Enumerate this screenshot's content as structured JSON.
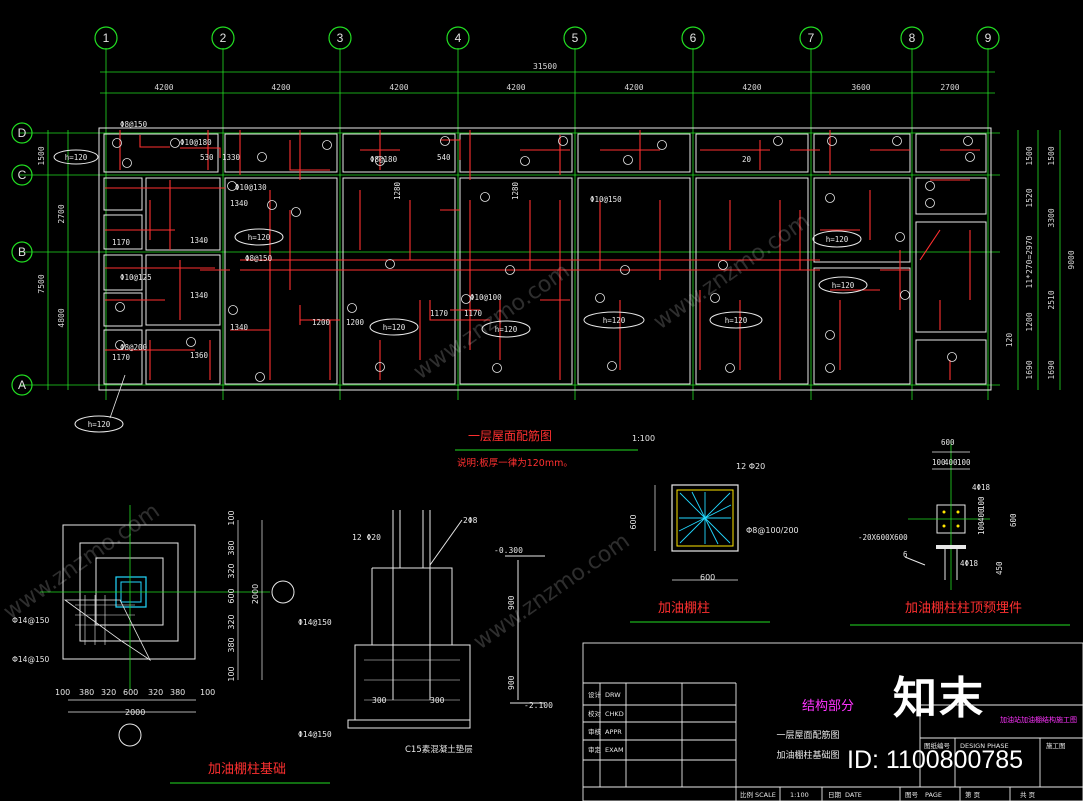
{
  "grid": {
    "columns": [
      "1",
      "2",
      "3",
      "4",
      "5",
      "6",
      "7",
      "8",
      "9"
    ],
    "rows": [
      "D",
      "C",
      "B",
      "A"
    ],
    "total_dim": "31500",
    "bay_dims": [
      "4200",
      "4200",
      "4200",
      "4200",
      "4200",
      "4200",
      "3600",
      "2700"
    ],
    "left_dims": [
      "1500",
      "2700",
      "7500",
      "4800"
    ],
    "right_dims_inner": [
      "1500",
      "1520",
      "3300",
      "11*270=2970",
      "2510",
      "1200",
      "120",
      "1690"
    ],
    "right_dims_mid": [
      "1500",
      "1690"
    ],
    "right_total": "9000"
  },
  "plan": {
    "title": "一层屋面配筋图",
    "scale": "1:100",
    "note": "说明:板厚一律为120mm。",
    "thickness_tags": [
      "h=120",
      "h=120",
      "h=120",
      "h=120",
      "h=120",
      "h=120",
      "h=120",
      "h=120",
      "h=120"
    ],
    "rebar_labels": [
      "Φ8@150",
      "Φ10@180",
      "Φ10@130",
      "Φ8@200",
      "Φ10@125",
      "Φ8@150",
      "Φ10@150",
      "Φ10@100",
      "Φ8@180"
    ],
    "bar_dims": [
      "1170",
      "1340",
      "1340",
      "1340",
      "1340",
      "1170",
      "1200",
      "1200",
      "1170",
      "1170",
      "1360",
      "530",
      "1330",
      "540",
      "1280",
      "1280",
      "20"
    ]
  },
  "foundation": {
    "title": "加油棚柱基础",
    "bottom_dims": [
      "380",
      "320",
      "600",
      "320",
      "380"
    ],
    "bottom_total": "2000",
    "side_dims": [
      "100",
      "380",
      "320",
      "600",
      "320",
      "380",
      "100"
    ],
    "side_total": "2000",
    "edge_dims": [
      "100",
      "100"
    ],
    "labels": [
      "Φ14@150",
      "Φ14@150"
    ]
  },
  "section": {
    "labels": [
      "12 Φ20",
      "2Φ8",
      "Φ14@150",
      "Φ14@150"
    ],
    "levels": [
      "-0.300",
      "-2.100"
    ],
    "dims": [
      "900",
      "900",
      "300",
      "300"
    ],
    "base_note": "C15素混凝土垫层"
  },
  "column": {
    "title": "加油棚柱",
    "rebar": "12 Φ20",
    "stirrup": "Φ8@100/200",
    "dims": [
      "600",
      "600"
    ]
  },
  "embed": {
    "title": "加油棚柱柱顶预埋件",
    "plate": "-20X600X600",
    "labels": [
      "4Φ18",
      "4Φ18",
      "6"
    ],
    "dims": [
      "600",
      "100",
      "400",
      "100",
      "100",
      "400",
      "100",
      "600",
      "450"
    ]
  },
  "title_block": {
    "section_name": "结构部分",
    "drawing_names": [
      "一层屋面配筋图",
      "加油棚柱基础图"
    ],
    "roles": [
      "设计",
      "校对",
      "审核",
      "审定"
    ],
    "role_codes": [
      "DRW",
      "CHKD",
      "APPR",
      "EXAM"
    ],
    "footer_cells": [
      "比例",
      "SCALE",
      "1:100",
      "日期",
      "DATE",
      "图号",
      "PAGE",
      "第 页",
      "共 页"
    ],
    "right_cells": [
      "图纸编号",
      "DESIGN PHASE",
      "施工图"
    ],
    "magenta_note": "加油站加油棚结构施工图"
  },
  "watermarks": {
    "brand": "知末",
    "site": "www.znzmo.com",
    "id_label": "ID: 1100800785"
  },
  "colors": {
    "background": "#000000",
    "grid_line": "#22dd22",
    "rebar": "#ff3030",
    "text": "#e8e8e8",
    "dimension": "#d8d8d8",
    "magenta": "#ff33ff",
    "cyan": "#22d8ff",
    "yellow": "#ffe600"
  }
}
